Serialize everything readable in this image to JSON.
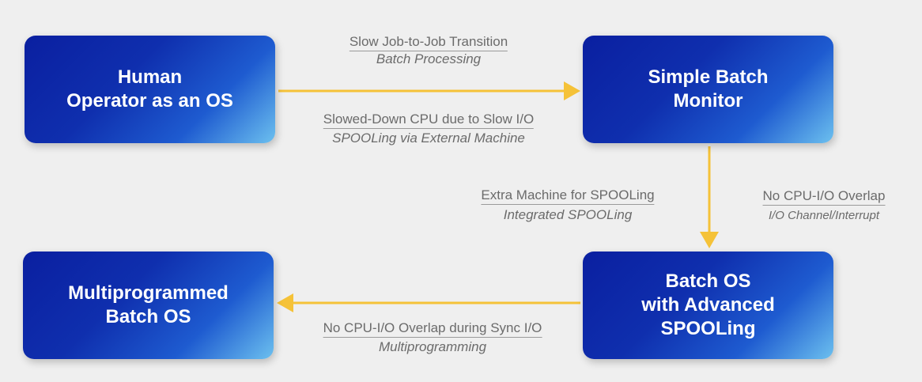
{
  "boxes": {
    "human_operator": [
      "Human",
      "Operator as an OS"
    ],
    "simple_batch_monitor": [
      "Simple Batch",
      "Monitor"
    ],
    "batch_os_advanced_spooling": [
      "Batch OS",
      "with Advanced",
      "SPOOLing"
    ],
    "multiprogrammed_batch_os": [
      "Multiprogrammed",
      "Batch OS"
    ]
  },
  "edges": {
    "human_to_simple": {
      "problem_above": "Slow Job-to-Job Transition",
      "solution_above": "Batch Processing",
      "problem_below": "Slowed-Down CPU due to Slow I/O",
      "solution_below": "SPOOLing via External Machine"
    },
    "simple_to_batch": {
      "problem_left": "Extra Machine for SPOOLing",
      "solution_left": "Integrated SPOOLing",
      "problem_right": "No CPU-I/O Overlap",
      "solution_right": "I/O Channel/Interrupt"
    },
    "batch_to_multi": {
      "problem": "No CPU-I/O Overlap during Sync I/O",
      "solution": "Multiprogramming"
    }
  },
  "colors": {
    "arrow": "#f5c238",
    "box_dark": "#0a1fa0",
    "box_light": "#6cc0ef",
    "label_text": "#6b6b6b",
    "background": "#efefef"
  }
}
